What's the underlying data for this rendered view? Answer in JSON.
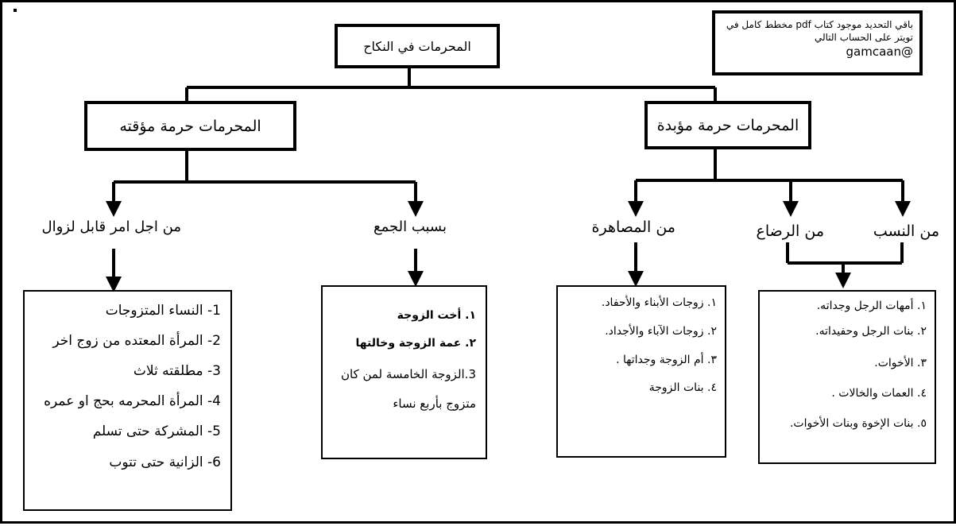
{
  "note": {
    "line1": "باقي التحديد موجود كتاب pdf مخطط كامل في",
    "line2": "تويتر على الحساب التالي",
    "line3": "@gamcaan"
  },
  "root": {
    "title": "المحرمات في النكاح"
  },
  "temporary": {
    "title": "المحرمات حرمة مؤقته",
    "until_removal": {
      "label": "من اجل امر قابل لزوال",
      "items": [
        "1- النساء المتزوجات",
        "2- المرأة المعتده من زوج اخر",
        "3- مطلقته ثلاث",
        "4- المرأة المحرمه بحج او عمره",
        "5- المشركة حتى تسلم",
        "6- الزانية حتى تتوب"
      ]
    },
    "combining": {
      "label": "بسبب الجمع",
      "items": [
        "١. أخت الزوجة",
        "٢. عمة الزوجة وخالتها",
        "3.الزوجة الخامسة لمن كان",
        "متزوج بأربع نساء"
      ]
    }
  },
  "permanent": {
    "title": "المحرمات حرمة مؤبدة",
    "kinship": {
      "label": "من النسب"
    },
    "nursing": {
      "label": "من الرضاع"
    },
    "kinship_nursing_items": [
      "١. أمهات الرجل وجداته.",
      "٢. بنات الرجل وحفيداته.",
      "٣. الأخوات.",
      "٤. العمات والخالات .",
      "٥. بنات الإخوة وبنات الأخوات."
    ],
    "marriage": {
      "label": "من المصاهرة",
      "items": [
        "١. زوجات الأبناء والأحفاد.",
        "٢. زوجات الآباء والأجداد.",
        "٣. أم الزوجة وجداتها .",
        "٤. بنات الزوجة"
      ]
    }
  }
}
